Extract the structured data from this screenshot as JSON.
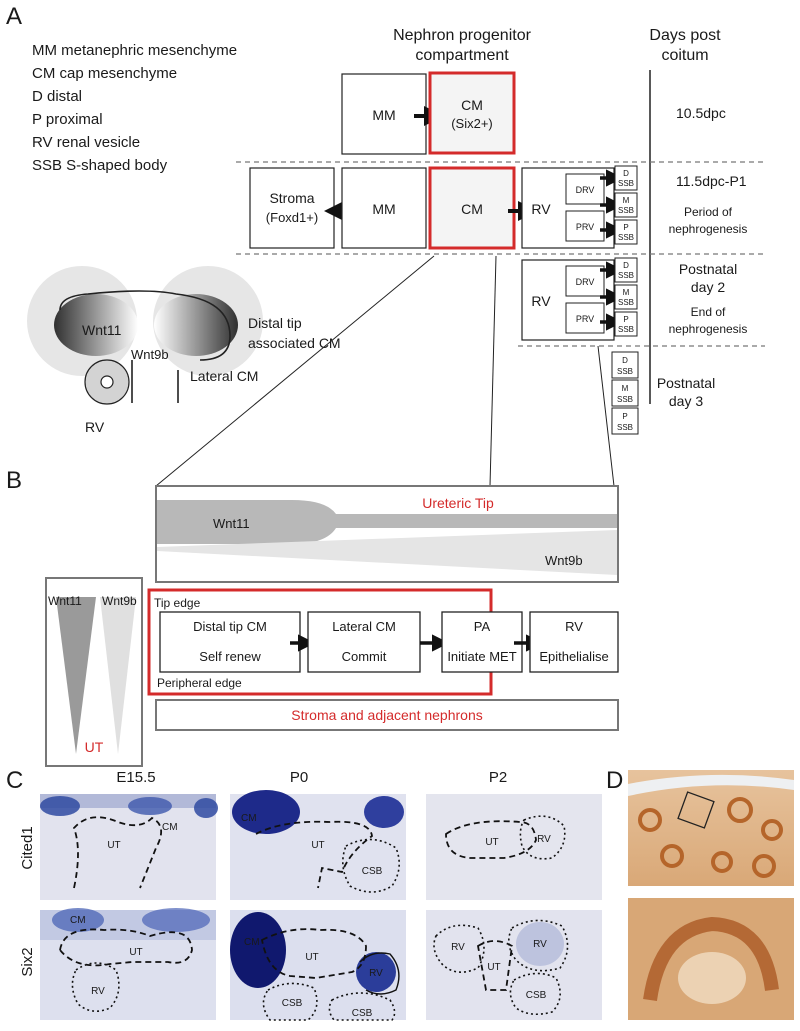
{
  "panel_labels": {
    "a": "A",
    "b": "B",
    "c": "C",
    "d": "D"
  },
  "legend": [
    "MM metanephric mesenchyme",
    "CM cap mesenchyme",
    "D distal",
    "P proximal",
    "RV renal vesicle",
    "SSB S-shaped body"
  ],
  "headers": {
    "progenitor_line1": "Nephron progenitor",
    "progenitor_line2": "compartment",
    "days_line1": "Days post",
    "days_line2": "coitum"
  },
  "row1": {
    "mm": "MM",
    "cm_line1": "CM",
    "cm_line2": "(Six2+)",
    "time": "10.5dpc"
  },
  "row2": {
    "stroma_line1": "Stroma",
    "stroma_line2": "(Foxd1+)",
    "mm": "MM",
    "cm": "CM",
    "rv": "RV",
    "drv": "DRV",
    "prv": "PRV",
    "time": "11.5dpc-P1",
    "note_line1": "Period of",
    "note_line2": "nephrogenesis"
  },
  "ssb": {
    "d": "D",
    "m": "M",
    "p": "P",
    "ssb": "SSB"
  },
  "row3": {
    "rv": "RV",
    "drv": "DRV",
    "prv": "PRV",
    "time_line1": "Postnatal",
    "time_line2": "day 2",
    "note_line1": "End of",
    "note_line2": "nephrogenesis"
  },
  "row4": {
    "time_line1": "Postnatal",
    "time_line2": "day 3"
  },
  "schematic": {
    "wnt11": "Wnt11",
    "wnt9b": "Wnt9b",
    "distal_line1": "Distal tip",
    "distal_line2": "associated CM",
    "lateral": "Lateral CM",
    "rv": "RV"
  },
  "panel_b": {
    "ureteric_tip": "Ureteric Tip",
    "wnt11": "Wnt11",
    "wnt9b": "Wnt9b",
    "gradient_wnt11": "Wnt11",
    "gradient_wnt9b": "Wnt9b",
    "ut": "UT",
    "tip_edge": "Tip edge",
    "peripheral_edge": "Peripheral edge",
    "stroma": "Stroma and adjacent nephrons",
    "boxes": [
      {
        "title": "Distal tip CM",
        "sub": "Self renew"
      },
      {
        "title": "Lateral CM",
        "sub": "Commit"
      },
      {
        "title": "PA",
        "sub": "Initiate MET"
      },
      {
        "title": "RV",
        "sub": "Epithelialise"
      }
    ]
  },
  "panel_c": {
    "columns": [
      "E15.5",
      "P0",
      "P2"
    ],
    "rows": [
      "Cited1",
      "Six2"
    ],
    "cited1_e155": {
      "cm": "CM",
      "ut": "UT"
    },
    "cited1_p0": {
      "cm": "CM",
      "ut": "UT",
      "csb": "CSB"
    },
    "cited1_p2": {
      "ut": "UT",
      "rv": "RV"
    },
    "six2_e155": {
      "cm": "CM",
      "ut": "UT",
      "rv": "RV"
    },
    "six2_p0": {
      "cm": "CM",
      "ut": "UT",
      "rv": "RV",
      "csb1": "CSB",
      "csb2": "CSB"
    },
    "six2_p2": {
      "rv1": "RV",
      "rv2": "RV",
      "ut": "UT",
      "csb": "CSB"
    }
  },
  "colors": {
    "highlight_red": "#d42b2b",
    "ish_stain": "#1e2a8a",
    "ihc_stain": "#b5652a"
  }
}
